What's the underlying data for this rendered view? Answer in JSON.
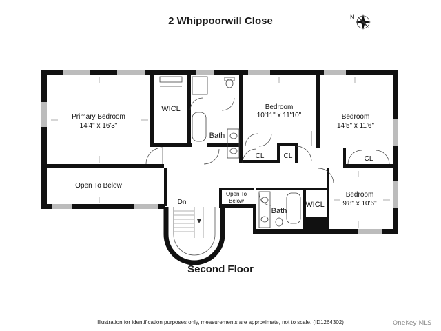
{
  "header": {
    "title": "2 Whippoorwill Close",
    "compass_letter": "N"
  },
  "floor_label": "Second Floor",
  "rooms": {
    "primary_bedroom": {
      "name": "Primary Bedroom",
      "dims": "14'4\" x 16'3\""
    },
    "wicl_main": {
      "name": "WICL"
    },
    "bath_main": {
      "name": "Bath"
    },
    "bedroom_2": {
      "name": "Bedroom",
      "dims": "10'11\" x 11'10\""
    },
    "bedroom_3": {
      "name": "Bedroom",
      "dims": "14'5\" x 11'6\""
    },
    "bedroom_4": {
      "name": "Bedroom",
      "dims": "9'8\" x 10'6\""
    },
    "cl_1": {
      "name": "CL"
    },
    "cl_2": {
      "name": "CL"
    },
    "cl_3": {
      "name": "CL"
    },
    "open_to_below_large": {
      "name": "Open To Below"
    },
    "open_to_below_small": {
      "line1": "Open To",
      "line2": "Below"
    },
    "bath_small": {
      "name": "Bath"
    },
    "wicl_small": {
      "name": "WICL"
    },
    "stair": {
      "name": "Dn"
    }
  },
  "footer": {
    "disclaimer": "Illustration for identification purposes only, measurements are approximate, not to scale. (ID1264302)",
    "watermark": "OneKey MLS"
  },
  "colors": {
    "wall": "#111111",
    "line": "#555555",
    "window": "#9a9a9a"
  }
}
